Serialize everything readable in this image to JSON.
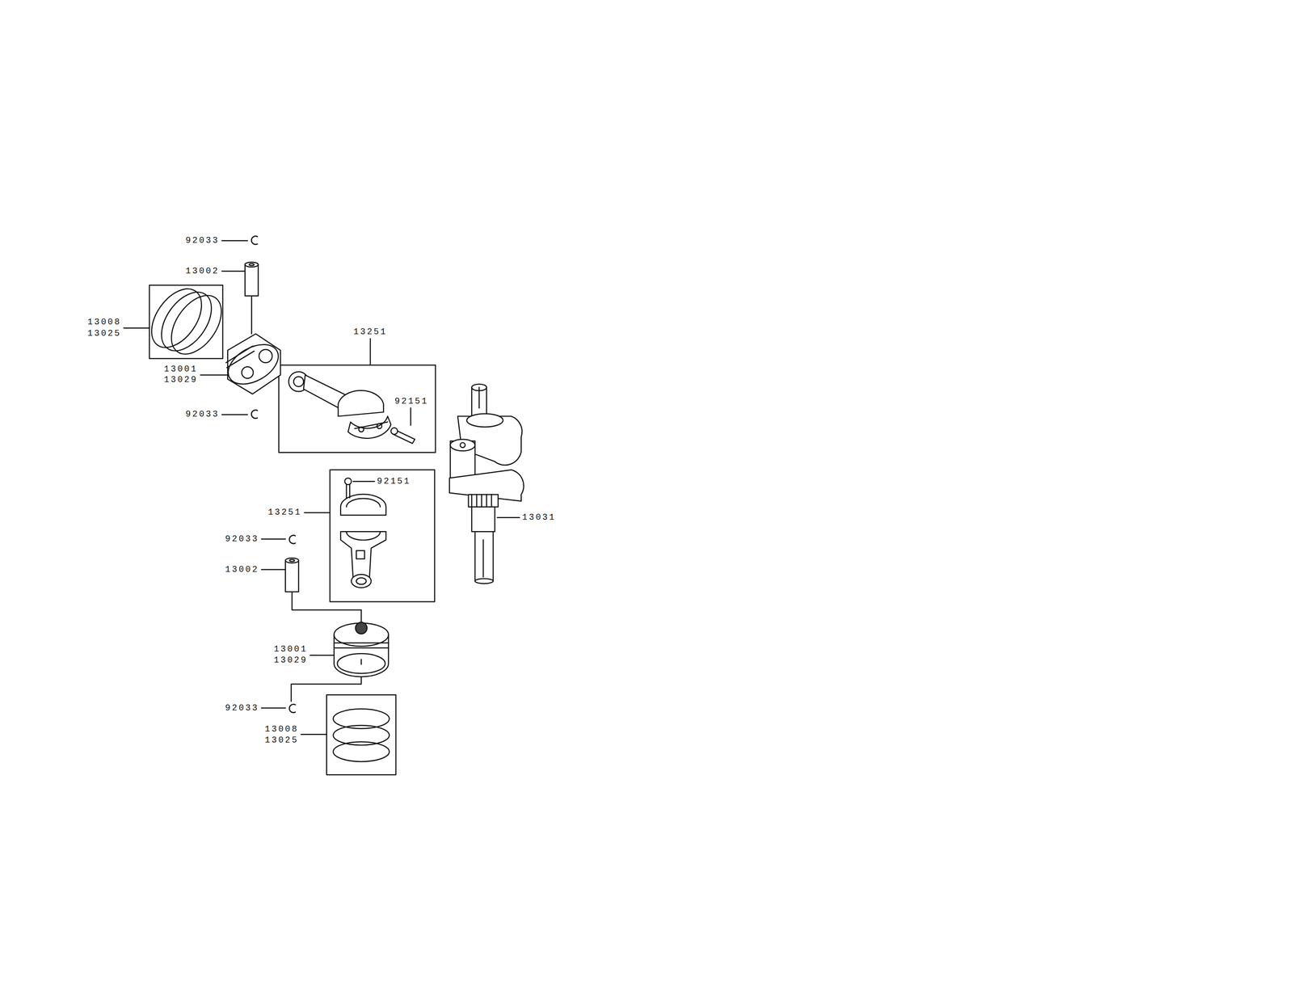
{
  "diagram": {
    "labels": [
      "92033",
      "13002",
      "13008",
      "13025",
      "13001",
      "13029",
      "92033",
      "13251",
      "92151",
      "92151",
      "13251",
      "13031",
      "92033",
      "13002",
      "13001",
      "13029",
      "92033",
      "13008",
      "13025"
    ]
  }
}
